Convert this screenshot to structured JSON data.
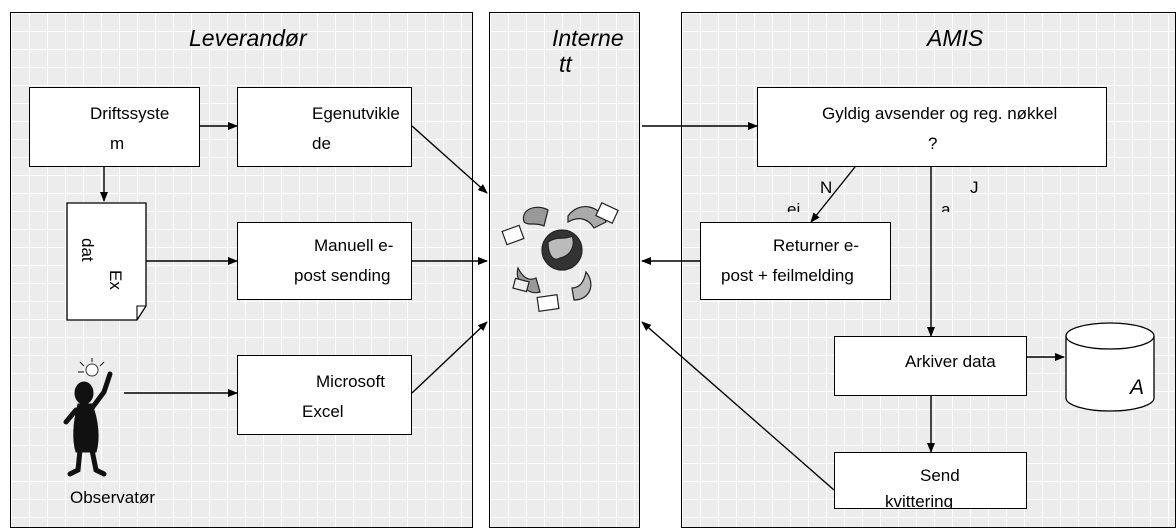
{
  "lanes": {
    "leverandor": "Leverandør",
    "internett": [
      "Interne",
      "tt"
    ],
    "amis": "AMIS"
  },
  "nodes": {
    "driftssystem": [
      "Driftssyste",
      "m"
    ],
    "egenutviklede": [
      "Egenutvikle",
      "de"
    ],
    "ex_dat": [
      "Ex",
      "dat"
    ],
    "manuell": [
      "Manuell e-",
      "post sending"
    ],
    "observator": "Observatør",
    "excel": [
      "Microsoft",
      "Excel"
    ],
    "gyldig": [
      "Gyldig avsender og reg. nøkkel",
      "?"
    ],
    "returner": [
      "Returner e-",
      "post + feilmelding"
    ],
    "arkiver": "Arkiver data",
    "send": [
      "Send",
      "kvittering"
    ],
    "db_letter": "A"
  },
  "edge_labels": {
    "no": [
      "N",
      "ei"
    ],
    "yes": [
      "J",
      "a"
    ]
  },
  "colors": {
    "lane_bg": "#ececec",
    "grid": "#ffffff",
    "stroke": "#000000"
  }
}
